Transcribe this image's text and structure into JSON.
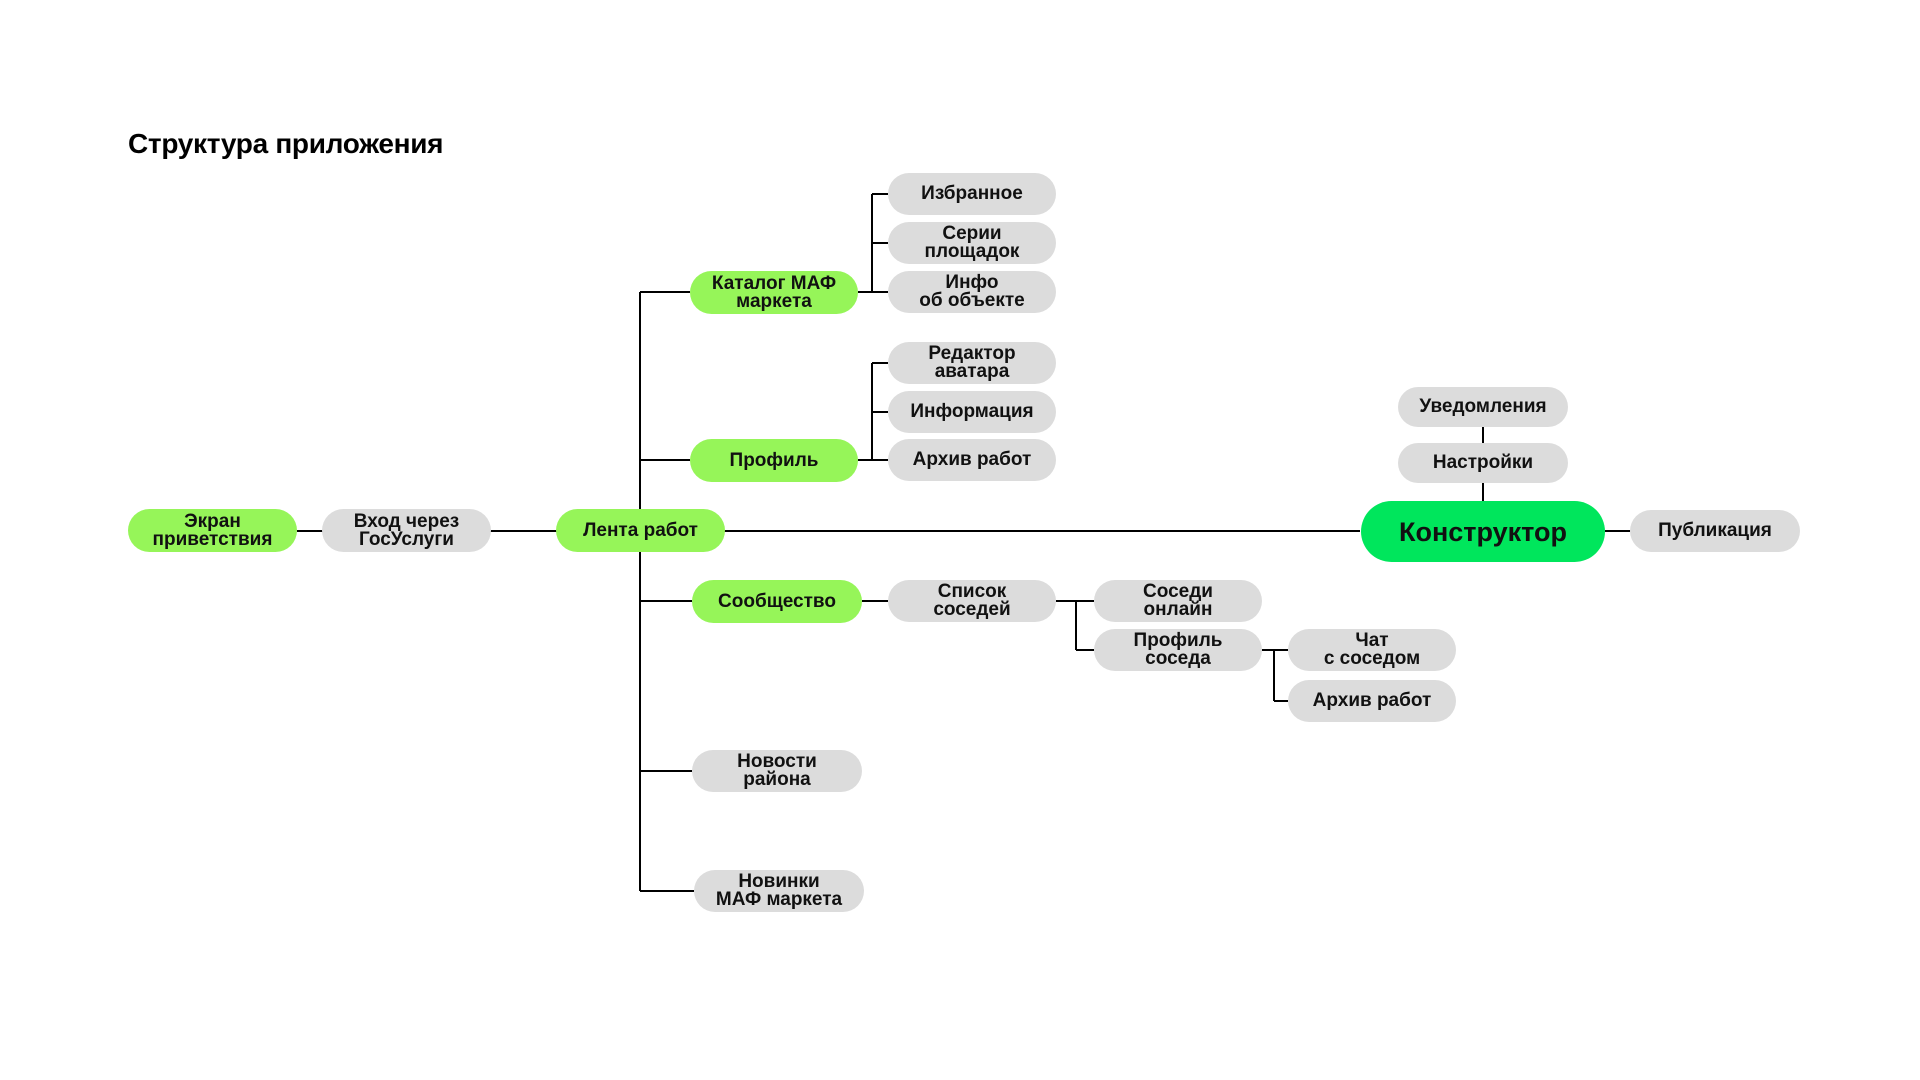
{
  "title": "Структура приложения",
  "colors": {
    "root_green": "#96f559",
    "accent_green": "#00e65c",
    "gray": "#dcdcdc",
    "line": "#000000"
  },
  "nodes": {
    "welcome": "Экран\nприветствия",
    "gosuslugi": "Вход через\nГосУслуги",
    "feed": "Лента работ",
    "catalog": "Каталог МАФ\nмаркета",
    "favorites": "Избранное",
    "series": "Серии\nплощадок",
    "object_info": "Инфо\nоб объекте",
    "profile": "Профиль",
    "avatar_editor": "Редактор\nаватара",
    "information": "Информация",
    "archive": "Архив работ",
    "community": "Сообщество",
    "neighbors_list": "Список\nсоседей",
    "neighbors_online": "Соседи\nонлайн",
    "neighbor_profile": "Профиль\nсоседа",
    "neighbor_chat": "Чат\nс соседом",
    "neighbor_archive": "Архив работ",
    "district_news": "Новости\nрайона",
    "maf_news": "Новинки\nМАФ маркета",
    "constructor": "Конструктор",
    "notifications": "Уведомления",
    "settings": "Настройки",
    "publication": "Публикация"
  }
}
